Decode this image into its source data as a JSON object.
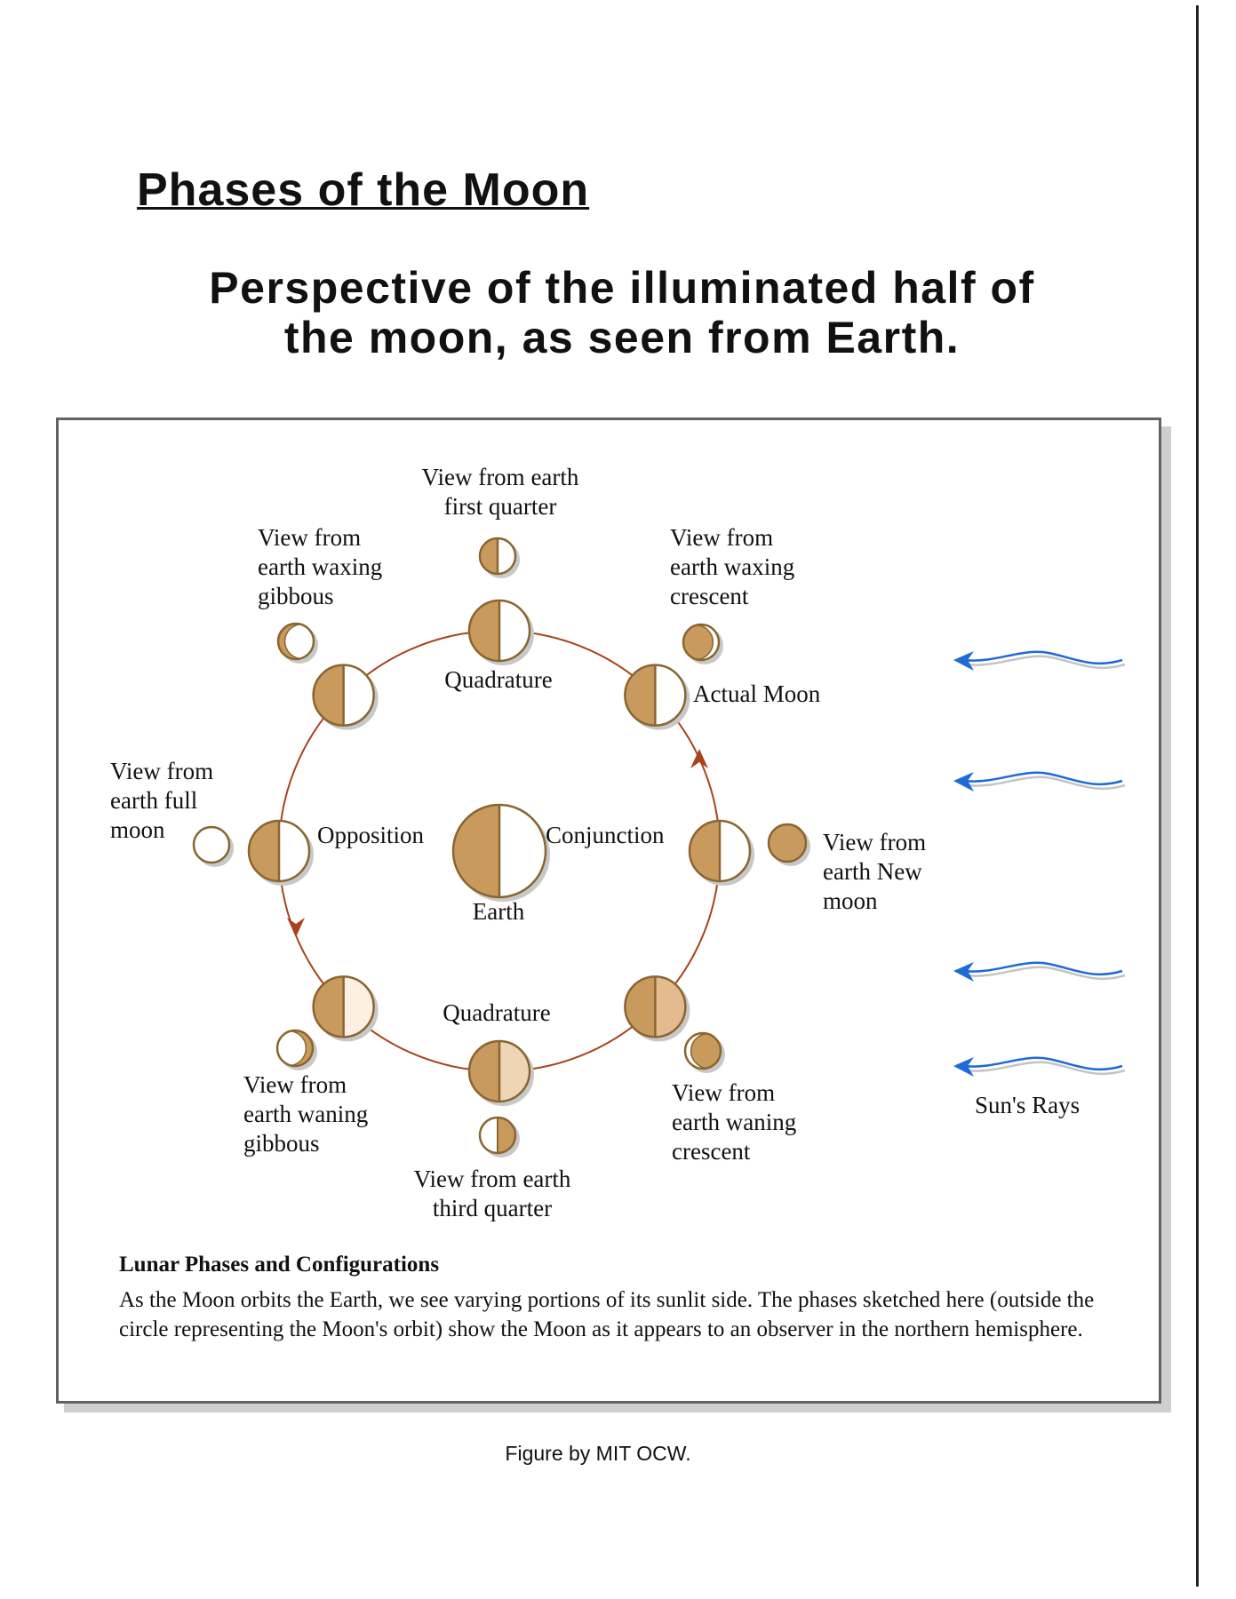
{
  "title": "Phases of the Moon",
  "subtitle": [
    "Perspective of the illuminated half of",
    "the moon, as seen from Earth."
  ],
  "labels": {
    "first_quarter": [
      "View from earth",
      "first quarter"
    ],
    "waxing_gibbous": [
      "View from",
      "earth waxing",
      "gibbous"
    ],
    "waxing_crescent": [
      "View from",
      "earth waxing",
      "crescent"
    ],
    "quadrature_top": "Quadrature",
    "actual_moon": "Actual Moon",
    "full_moon": [
      "View from",
      "earth full",
      "moon"
    ],
    "opposition": "Opposition",
    "conjunction": "Conjunction",
    "earth": "Earth",
    "new_moon": [
      "View from",
      "earth New",
      "moon"
    ],
    "quadrature_bottom": "Quadrature",
    "waning_gibbous": [
      "View from",
      "earth waning",
      "gibbous"
    ],
    "waning_crescent": [
      "View from",
      "earth waning",
      "crescent"
    ],
    "third_quarter": [
      "View from earth",
      "third quarter"
    ],
    "suns_rays": "Sun's Rays"
  },
  "caption": {
    "heading": "Lunar Phases and Configurations",
    "body": "As the Moon orbits the Earth, we see varying portions of its sunlit side. The phases sketched here (outside the circle representing the Moon's orbit) show the Moon as it appears to an observer in the northern hemisphere."
  },
  "credit": "Figure by MIT OCW.",
  "colors": {
    "moon_dark": "#c99a5e",
    "moon_outline": "#8a6530",
    "orbit": "#a8431c",
    "rays": "#1f6ad6",
    "frame": "#5e6368"
  }
}
